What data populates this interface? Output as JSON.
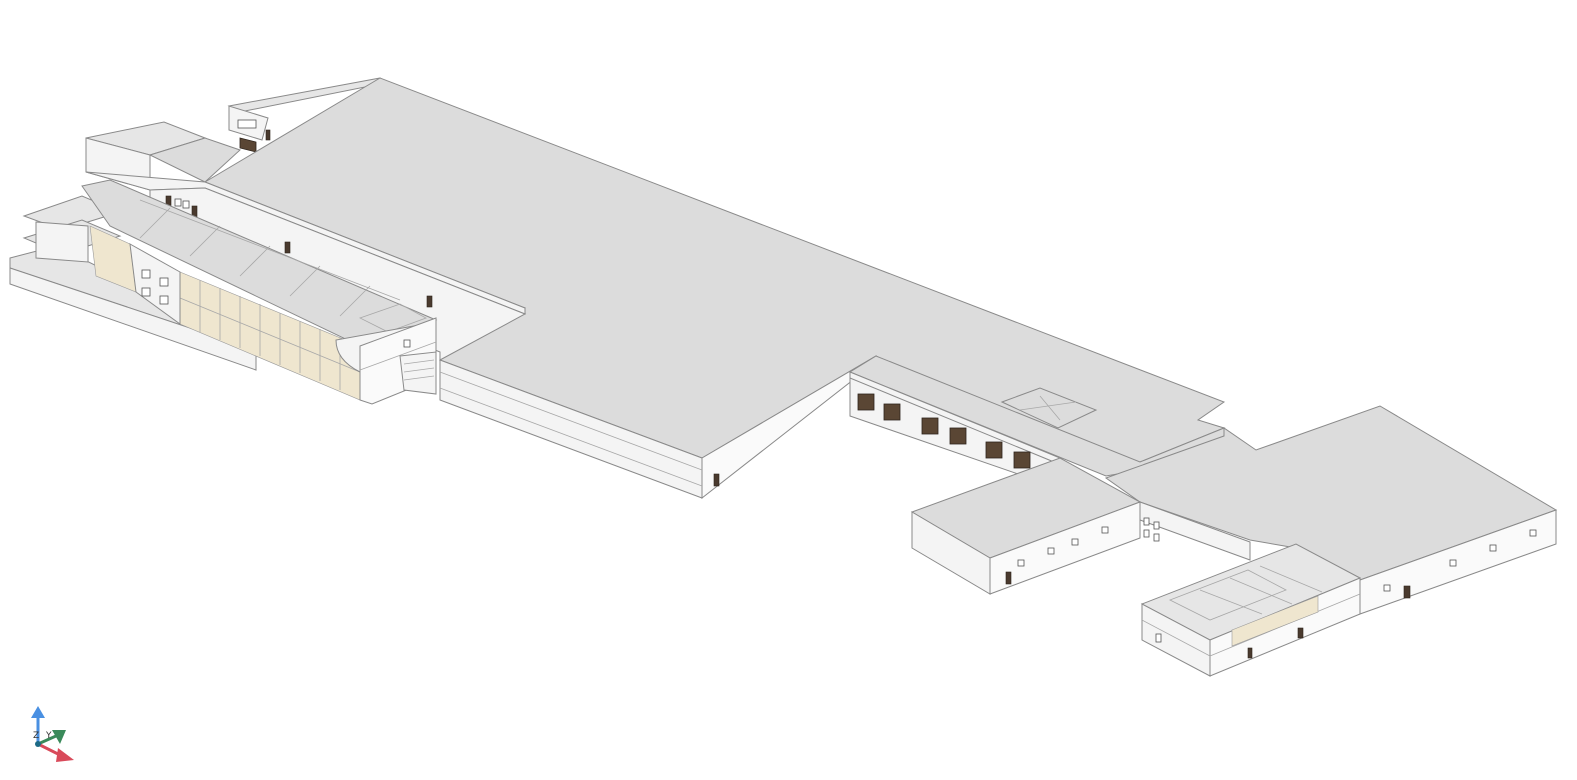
{
  "viewport": {
    "background": "#ffffff",
    "roof_color": "#dcdcdc",
    "wall_color": "#f4f4f4",
    "edge_color": "#8a8a8a",
    "door_color": "#4a3a2e",
    "glazing_color": "#efe6cf"
  },
  "view_cube": {
    "axes": [
      {
        "name": "z-axis",
        "label": "Z",
        "color": "#4a90e2"
      },
      {
        "name": "y-axis",
        "label": "Y",
        "color": "#3a8a5a"
      },
      {
        "name": "x-axis",
        "label": "",
        "color": "#d94a5a"
      }
    ]
  }
}
